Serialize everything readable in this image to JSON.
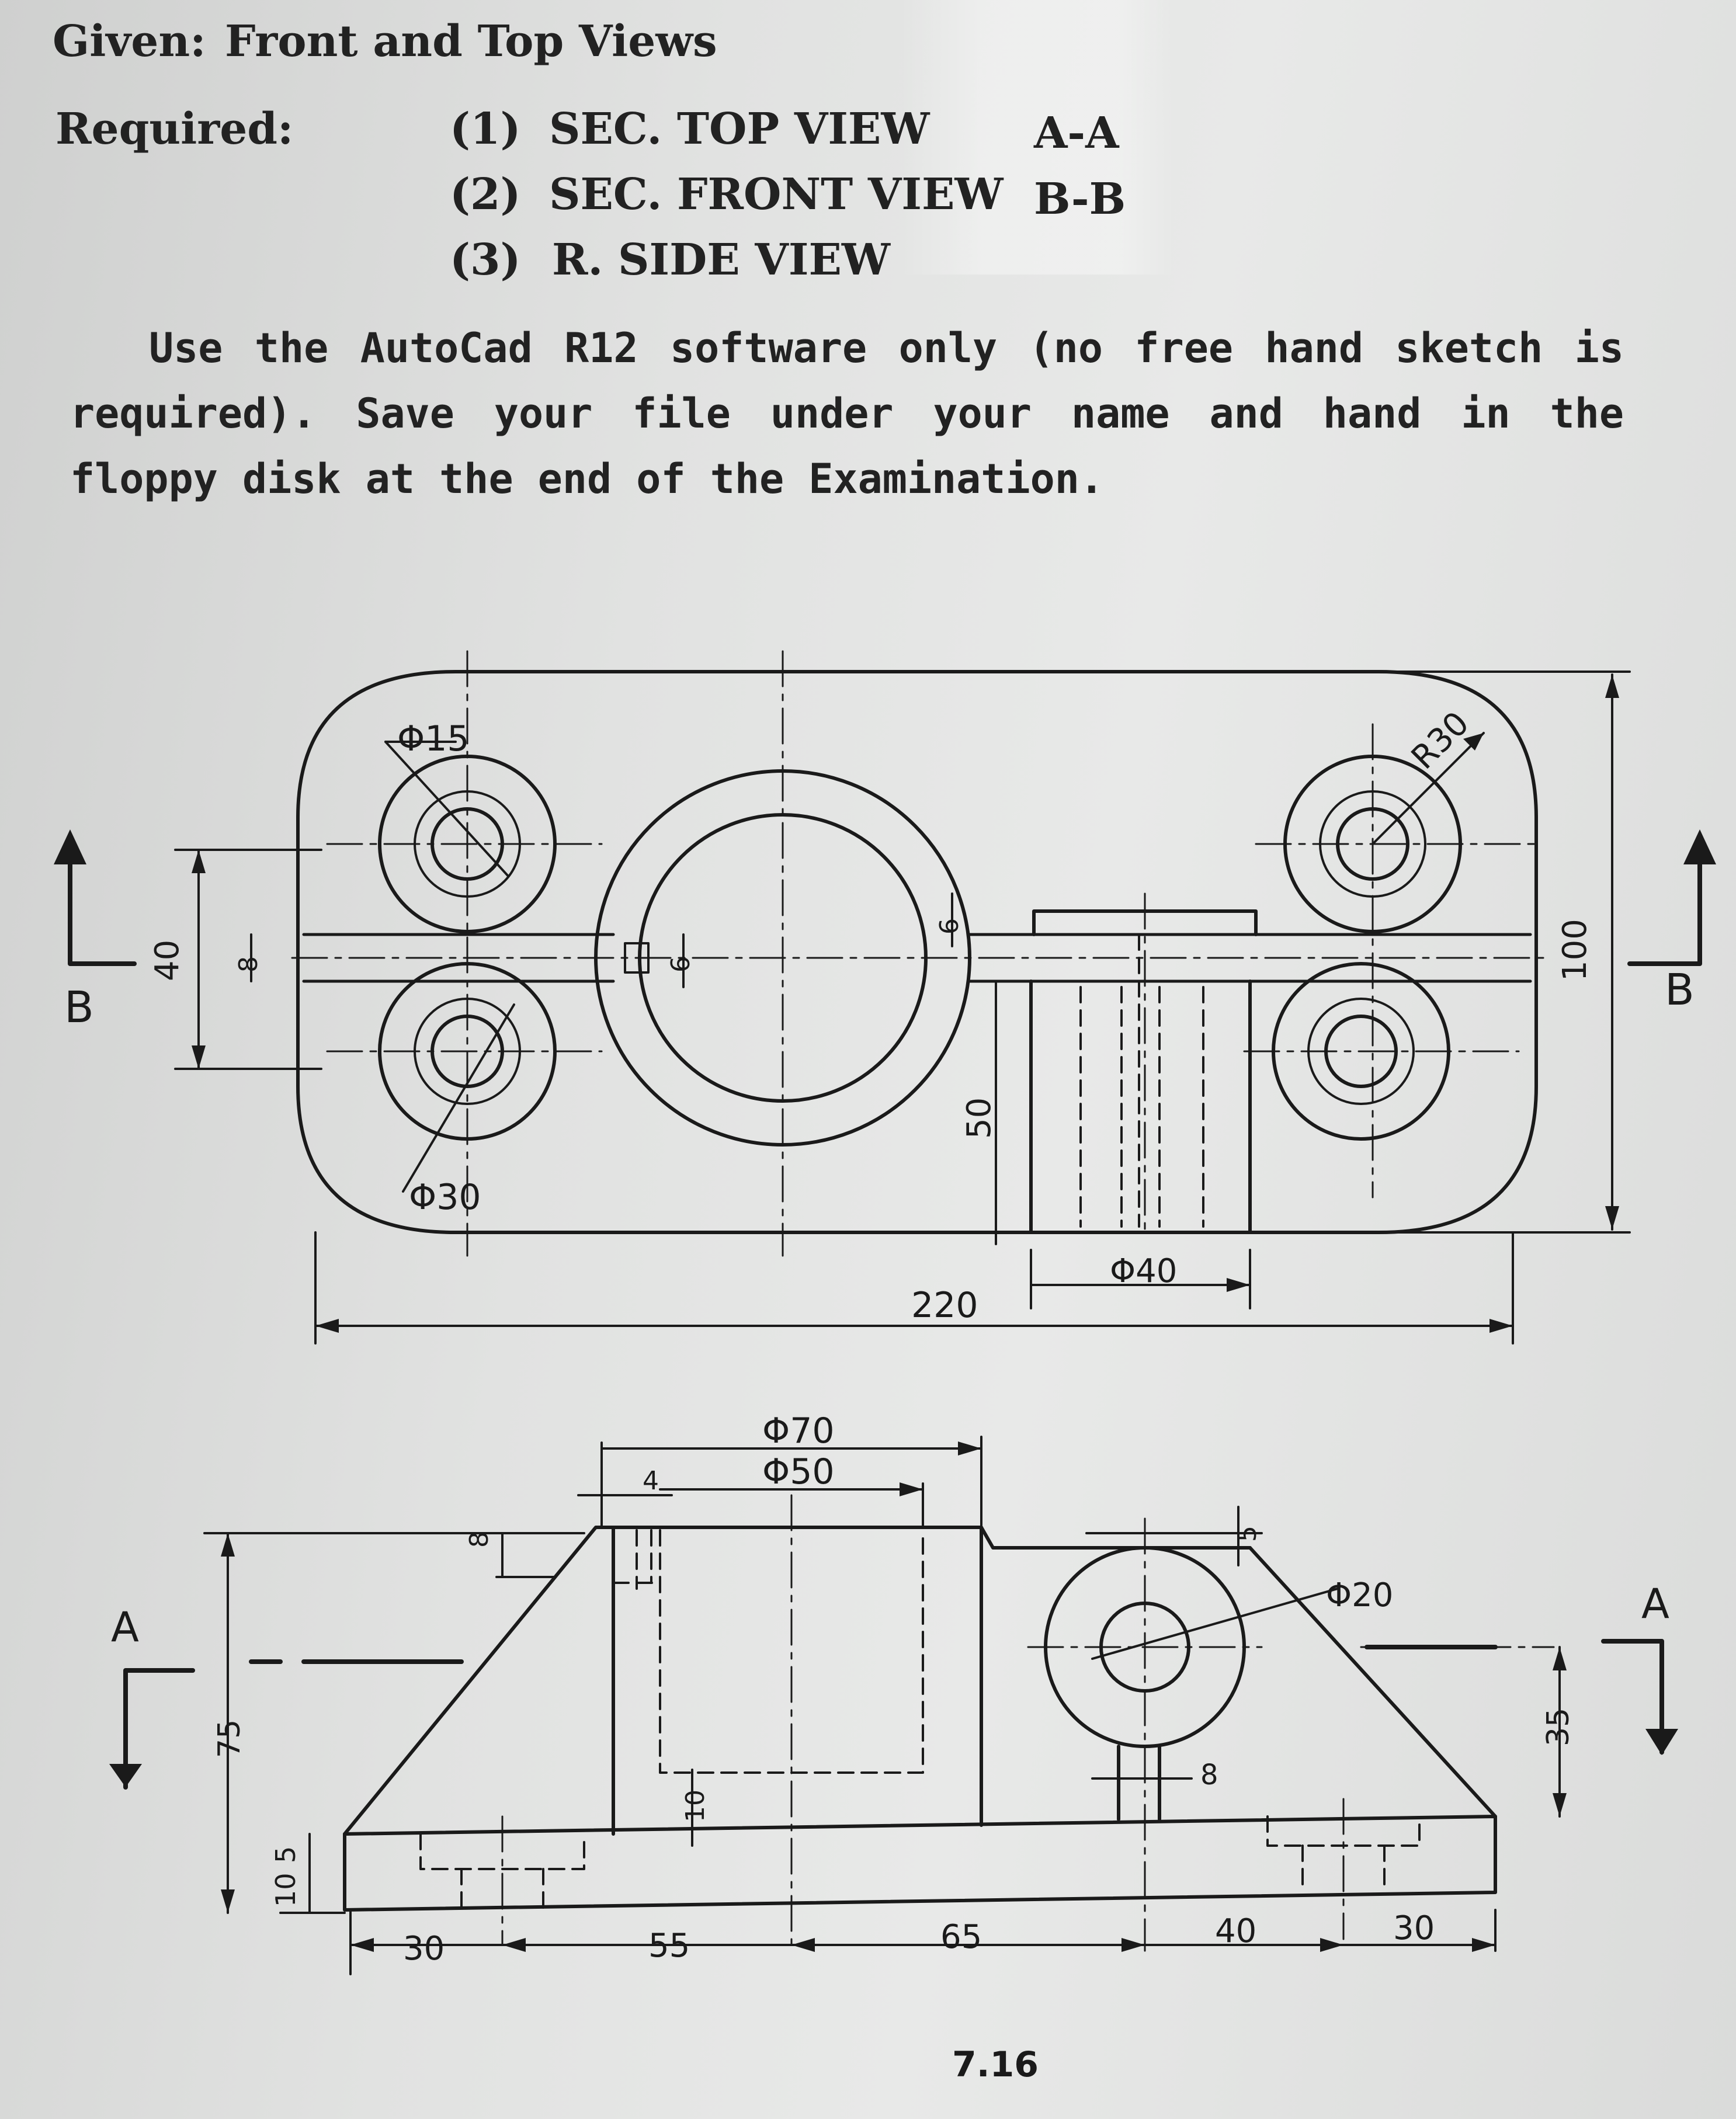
{
  "header": {
    "given_label": "Given:",
    "given_text": "Front and Top Views",
    "required_label": "Required:"
  },
  "requirements": [
    {
      "num": "(1)",
      "text": "SEC. TOP VIEW",
      "section": "A-A"
    },
    {
      "num": "(2)",
      "text": "SEC. FRONT VIEW",
      "section": "B-B"
    },
    {
      "num": "(3)",
      "text": "R. SIDE VIEW",
      "section": ""
    }
  ],
  "instructions": "Use the AutoCad R12 software only (no free hand sketch is required). Save your file under your name and hand in the floppy disk at the end of the Examination.",
  "top_view": {
    "section_labels": {
      "left": "B",
      "right": "B"
    },
    "dims": {
      "d15": "Φ15",
      "d30": "Φ30",
      "r30": "R30",
      "d40": "Φ40",
      "w220": "220",
      "h100": "100",
      "h50": "50",
      "h40": "40",
      "t8": "8",
      "t6a": "6",
      "t6b": "6"
    }
  },
  "front_view": {
    "section_labels": {
      "left": "A",
      "right": "A"
    },
    "dims": {
      "d70": "Φ70",
      "d50": "Φ50",
      "d20": "Φ20",
      "t4": "4",
      "t8": "8",
      "t5": "5",
      "t10": "10",
      "w8": "8",
      "h75": "75",
      "h35": "35",
      "h10": "10",
      "h5": "5",
      "b30a": "30",
      "b55": "55",
      "b65": "65",
      "b40": "40",
      "b30b": "30"
    }
  },
  "figure_number": "7.16"
}
